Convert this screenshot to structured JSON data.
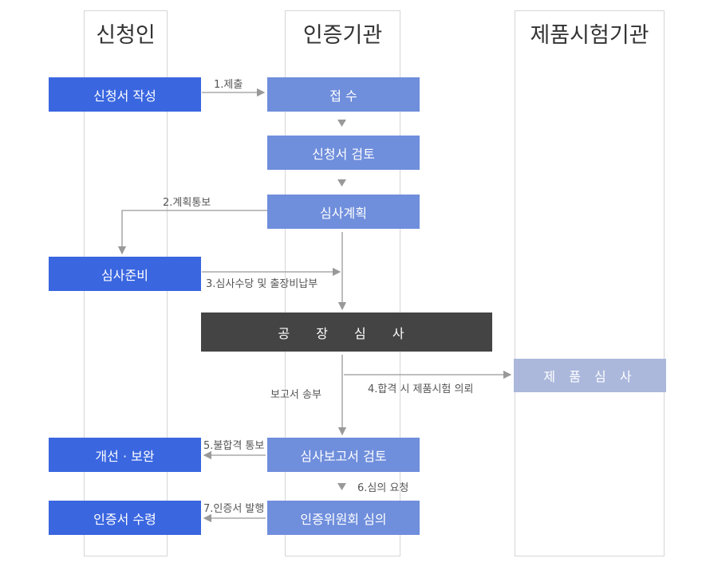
{
  "lanes": [
    "신청인",
    "인증기관",
    "제품시험기관"
  ],
  "boxes": {
    "apply_write": "신청서 작성",
    "receive": "접 수",
    "apply_review": "신청서 검토",
    "audit_plan": "심사계획",
    "audit_prep": "심사준비",
    "factory_audit": "공 장 심 사",
    "product_audit": "제 품 심 사",
    "improve": "개선 · 보완",
    "report_review": "심사보고서 검토",
    "committee": "인증위원회 심의",
    "cert_receive": "인증서 수령"
  },
  "labels": {
    "l1": "1.제출",
    "l2": "2.계획통보",
    "l3": "3.심사수당 및 출장비납부",
    "l4": "4.합격 시 제품시험 의뢰",
    "report_send": "보고서 송부",
    "l5": "5.불합격 통보",
    "l6": "6.심의 요청",
    "l7": "7.인증서 발행"
  },
  "colors": {
    "applicant": "#3a66e0",
    "agency": "#6f8edc",
    "factory": "#444444",
    "product": "#abb8dc"
  }
}
